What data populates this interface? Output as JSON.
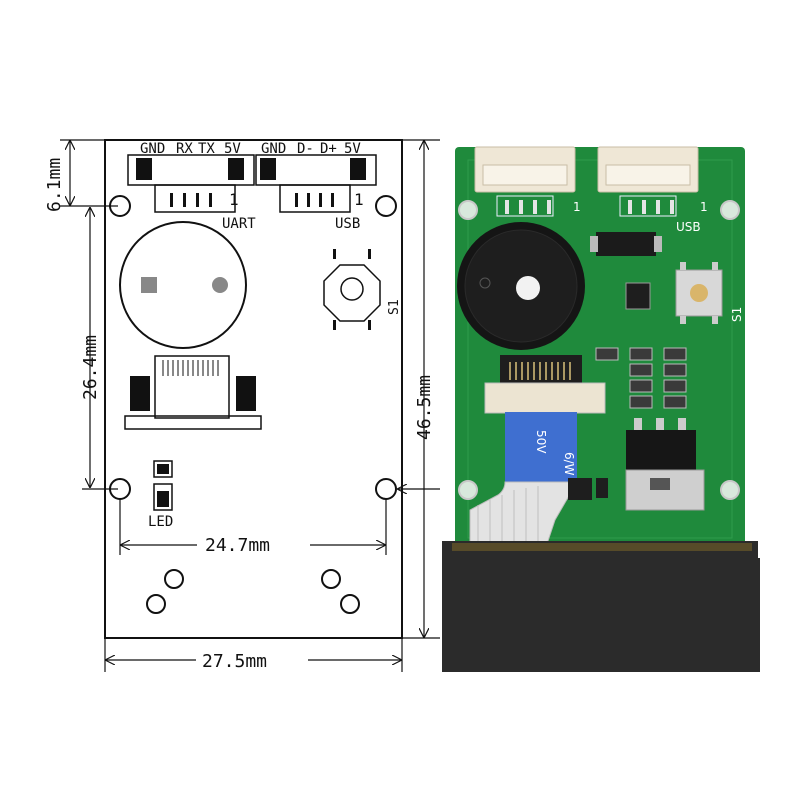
{
  "drawing": {
    "uart_pins": [
      "GND",
      "RX",
      "TX",
      "5V"
    ],
    "usb_pins": [
      "GND",
      "D-",
      "D+",
      "5V"
    ],
    "uart_label": "UART",
    "usb_label": "USB",
    "pin1_uart": "1",
    "pin1_usb": "1",
    "switch_label": "S1",
    "led_label": "LED",
    "dim_top": "6.1mm",
    "dim_left": "26.4mm",
    "dim_right": "46.5mm",
    "dim_hole_span": "24.7mm",
    "dim_width": "27.5mm"
  },
  "photo": {
    "pin1_left": "1",
    "pin1_right": "1",
    "usb_silk": "USB",
    "switch_silk": "S1",
    "cable_text": "6/W",
    "cable_text2": "50V",
    "pcb_color": "#1f8a3c",
    "connector_color": "#efe7d6",
    "housing_color": "#2b2b2b"
  }
}
